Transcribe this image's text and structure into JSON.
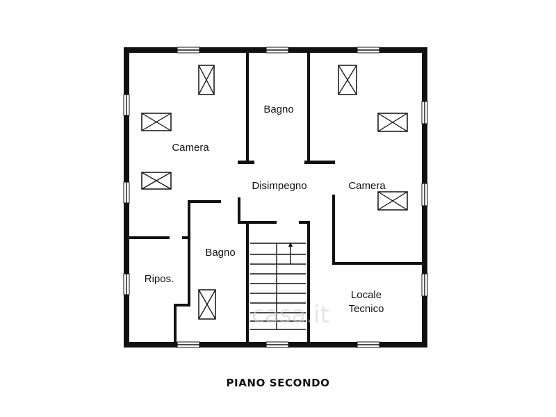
{
  "plan": {
    "rooms": [
      {
        "id": "camera-left",
        "label": "Camera"
      },
      {
        "id": "bagno-top",
        "label": "Bagno"
      },
      {
        "id": "disimpegno",
        "label": "Disimpegno"
      },
      {
        "id": "camera-right",
        "label": "Camera"
      },
      {
        "id": "bagno-lower",
        "label": "Bagno"
      },
      {
        "id": "ripostiglio",
        "label": "Ripos."
      },
      {
        "id": "locale-tecnico-1",
        "label": "Locale"
      },
      {
        "id": "locale-tecnico-2",
        "label": "Tecnico"
      }
    ],
    "caption": "PIANO SECONDO",
    "watermark": "casa.it"
  }
}
